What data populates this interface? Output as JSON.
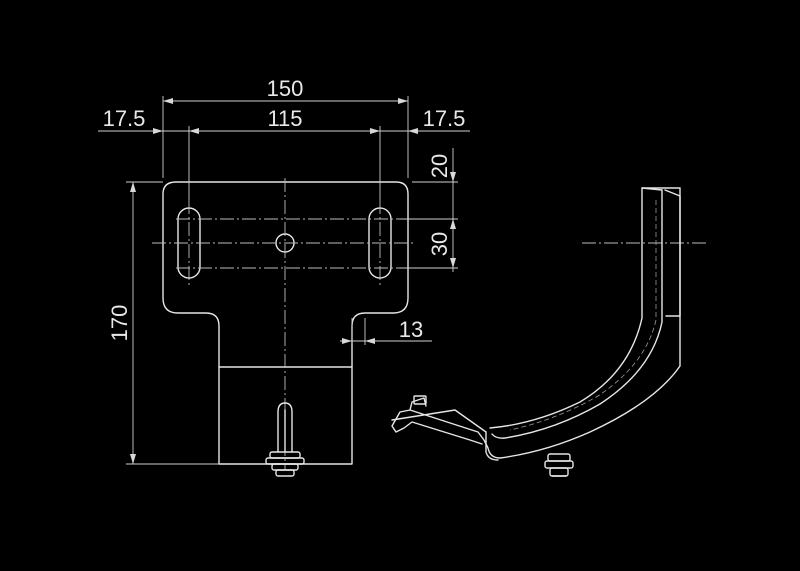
{
  "dimensions": {
    "overall_width": "150",
    "edge_left": "17.5",
    "slot_spacing": "115",
    "edge_right": "17.5",
    "top_offset": "20",
    "slot_length": "30",
    "height": "170",
    "step_width": "13"
  }
}
